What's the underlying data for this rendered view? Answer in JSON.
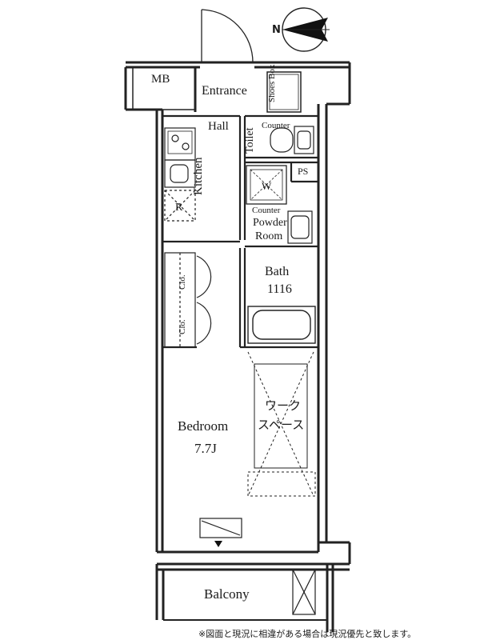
{
  "compass": {
    "label": "N"
  },
  "rooms": {
    "mb": "MB",
    "entrance": "Entrance",
    "shoes_box": "Shoes Box",
    "hall": "Hall",
    "toilet": "Toilet",
    "counter_toilet": "Counter",
    "kitchen": "Kitchen",
    "refrigerator": "R",
    "ps": "PS",
    "washer": "W",
    "counter_powder": "Counter",
    "powder_room_1": "Powder",
    "powder_room_2": "Room",
    "bath": "Bath",
    "bath_size": "1116",
    "closet_1": "Clo.",
    "closet_2": "Clo.",
    "workspace_1": "ワーク",
    "workspace_2": "スペース",
    "bedroom": "Bedroom",
    "bedroom_size": "7.7J",
    "balcony": "Balcony"
  },
  "footnote": "※図面と現況に相違がある場合は現況優先と致します。"
}
